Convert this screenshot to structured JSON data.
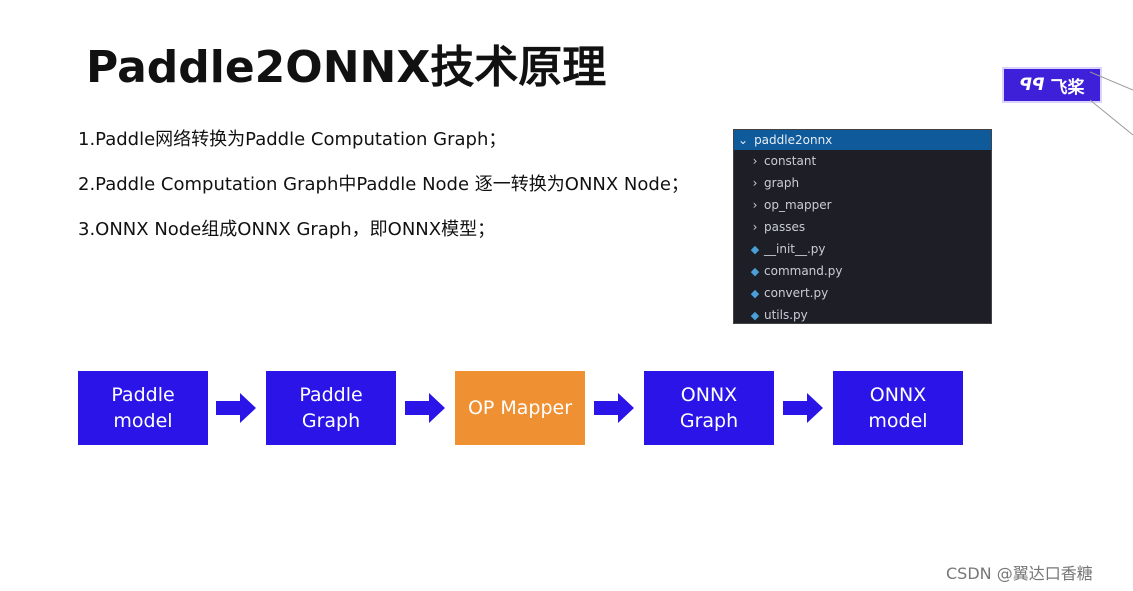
{
  "title": "Paddle2ONNX技术原理",
  "logo": {
    "text": "飞桨"
  },
  "bullets": [
    "1.Paddle网络转换为Paddle Computation Graph；",
    "2.Paddle Computation Graph中Paddle Node 逐一转换为ONNX Node；",
    "3.ONNX Node组成ONNX Graph，即ONNX模型；"
  ],
  "file_tree": {
    "root": "paddle2onnx",
    "folders": [
      "constant",
      "graph",
      "op_mapper",
      "passes"
    ],
    "files": [
      "__init__.py",
      "command.py",
      "convert.py",
      "utils.py"
    ]
  },
  "flow": {
    "nodes": [
      {
        "lines": [
          "Paddle",
          "model"
        ],
        "color": "#2a14e8"
      },
      {
        "lines": [
          "Paddle",
          "Graph"
        ],
        "color": "#2a14e8"
      },
      {
        "lines": [
          "OP Mapper"
        ],
        "color": "#ef9033"
      },
      {
        "lines": [
          "ONNX",
          "Graph"
        ],
        "color": "#2a14e8"
      },
      {
        "lines": [
          "ONNX",
          "model"
        ],
        "color": "#2a14e8"
      }
    ],
    "arrow_color": "#2a14e8"
  },
  "watermark": "CSDN @翼达口香糖"
}
